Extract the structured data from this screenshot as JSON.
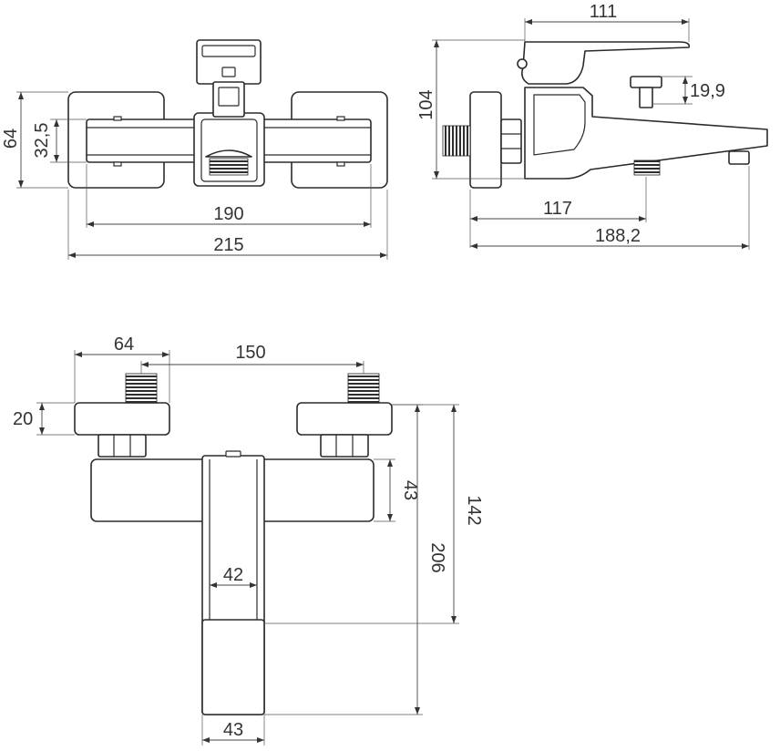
{
  "dimensions": {
    "front_width_total": "215",
    "front_width_body": "190",
    "front_height_total": "64",
    "front_height_body": "32,5",
    "side_handle_length": "111",
    "side_height": "104",
    "side_diverter": "19,9",
    "side_spout_reach": "117",
    "side_total_depth": "188,2",
    "top_flange_width": "64",
    "top_centers": "150",
    "top_flange_thickness": "20",
    "top_body_depth": "43",
    "top_handle_width": "42",
    "top_handle_base": "43",
    "top_handle_length": "206",
    "top_body_to_handle": "142"
  },
  "colors": {
    "line": "#2b2b2b",
    "thread": "#3a3a3a",
    "background": "#ffffff"
  }
}
